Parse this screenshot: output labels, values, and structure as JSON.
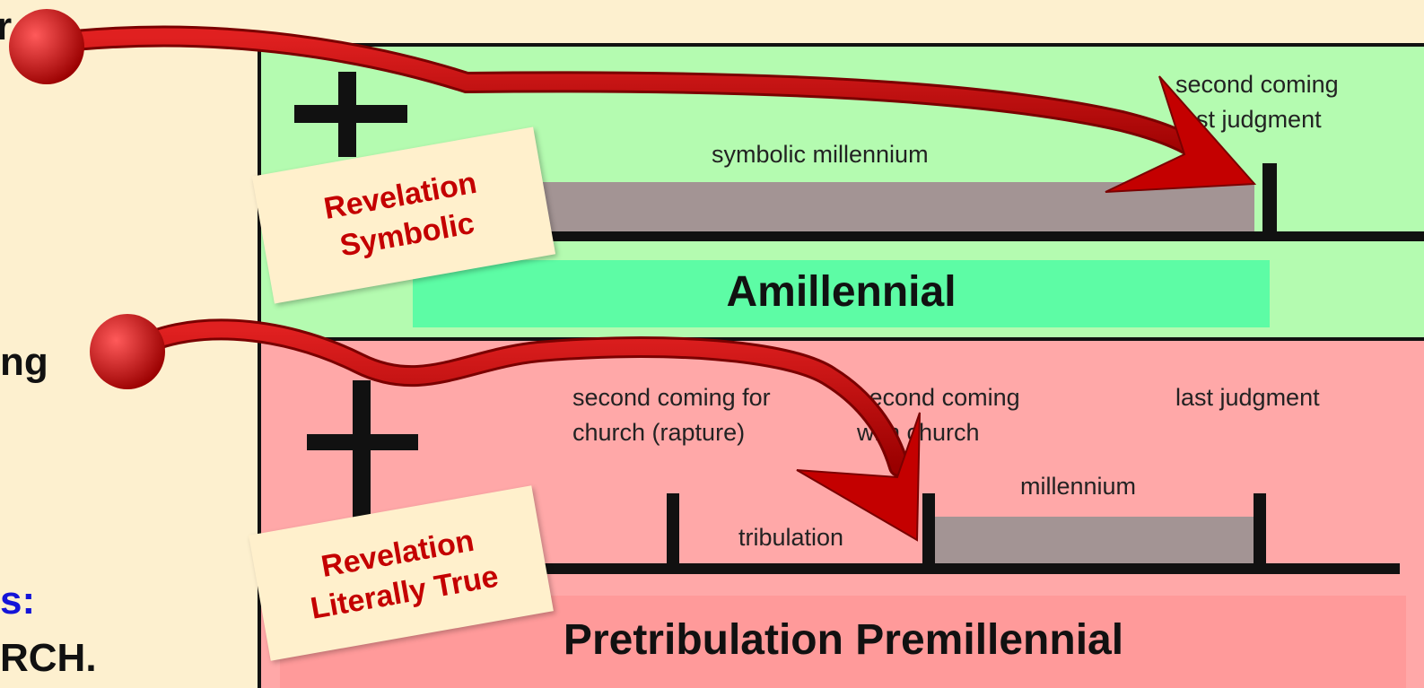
{
  "left_fragments": {
    "top": "r",
    "mid": "ng",
    "blue": "s:",
    "bottom": "RCH."
  },
  "amillennial": {
    "title": "Amillennial",
    "second_coming": "second coming",
    "last_judgment": "last judgment",
    "period": "symbolic millennium"
  },
  "premillennial": {
    "title": "Pretribulation Premillennial",
    "rapture_line1": "second coming for",
    "rapture_line2": "church (rapture)",
    "with_church_line1": "second coming",
    "with_church_line2": "with church",
    "last_judgment": "last judgment",
    "millennium": "millennium",
    "tribulation": "tribulation"
  },
  "notes": {
    "symbolic_line1": "Revelation",
    "symbolic_line2": "Symbolic",
    "literal_line1": "Revelation",
    "literal_line2": "Literally True"
  },
  "colors": {
    "green_panel": "#b4fbb0",
    "green_bar": "#5dfca5",
    "red_panel": "#ffa8a8",
    "red_bar": "#ff9a9a",
    "millennium_bar": "#a39494",
    "arrow": "#c40000",
    "note_text": "#c40000"
  }
}
